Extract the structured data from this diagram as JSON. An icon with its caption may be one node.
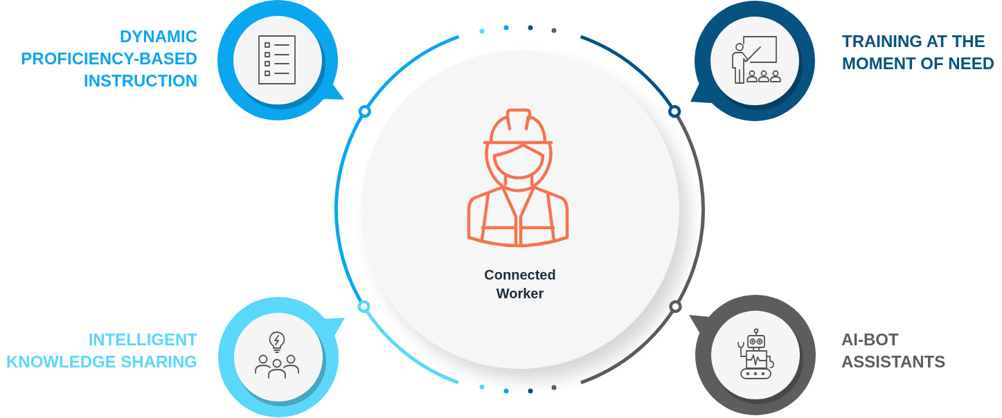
{
  "diagram": {
    "nodes": [
      {
        "text": [
          "DYNAMIC PROFICIENCY-BASED INSTRUCTION"
        ]
      },
      {
        "text": [
          "TRAINING AT THE MOMENT OF NEED"
        ]
      },
      {
        "text": [
          "Connected Worker"
        ]
      },
      {
        "text": [
          "INTELLIGENT KNOWLEDGE SHARING"
        ]
      },
      {
        "text": [
          "AI-BOT ASSISTANTS"
        ]
      }
    ]
  }
}
